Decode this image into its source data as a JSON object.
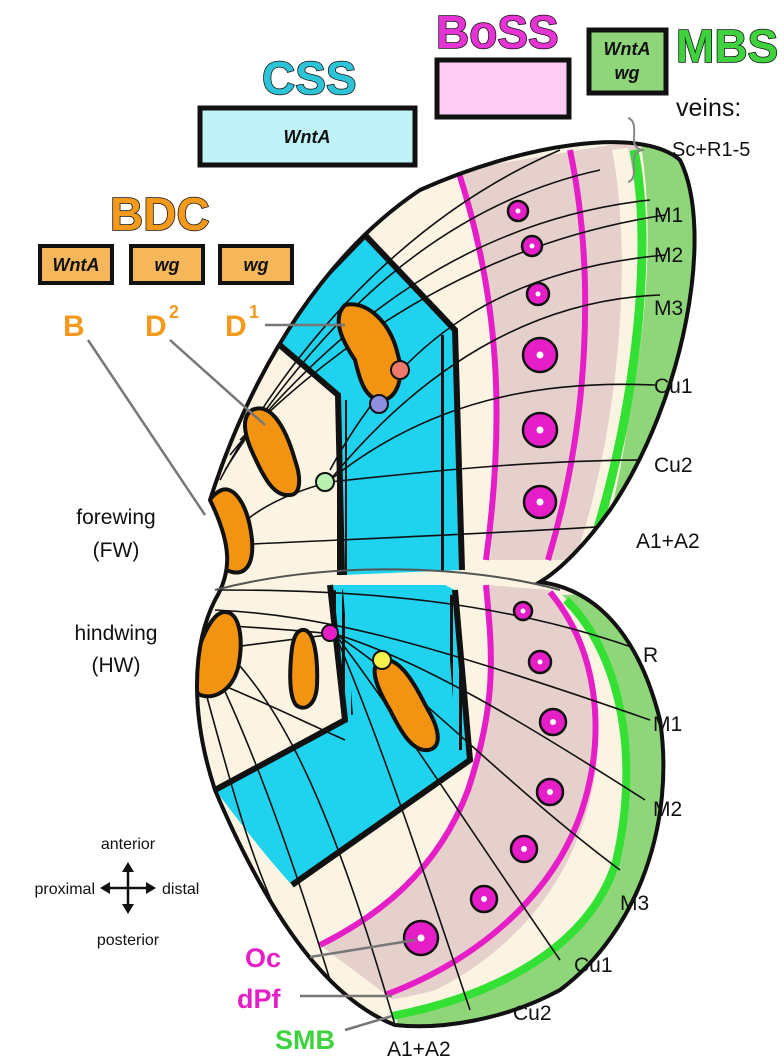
{
  "systems": {
    "css": {
      "title": "CSS",
      "gene": "WntA",
      "color": "#2ec4d8",
      "fill": "#bff3f7"
    },
    "boss": {
      "title": "BoSS",
      "color": "#e633d4",
      "fill": "#ffccf5"
    },
    "mbs": {
      "title": "MBS",
      "gene1": "WntA",
      "gene2": "wg",
      "color": "#3fd23f",
      "fill": "#8fd67a"
    },
    "bdc": {
      "title": "BDC",
      "genes": [
        "WntA",
        "wg",
        "wg"
      ],
      "letters": [
        "B",
        "D",
        "D"
      ],
      "superscripts": [
        "2",
        "1"
      ],
      "color": "#f39a1c",
      "fill": "#f6b75a"
    }
  },
  "veins_label": {
    "line1": "veins:",
    "line2": "Sc+R1-5"
  },
  "forewing_veins": [
    "M1",
    "M2",
    "M3",
    "Cu1",
    "Cu2",
    "A1+A2"
  ],
  "hindwing_veins": [
    "R",
    "M1",
    "M2",
    "M3",
    "Cu1",
    "Cu2",
    "A1+A2"
  ],
  "wing_labels": {
    "forewing": {
      "name": "forewing",
      "abbr": "(FW)"
    },
    "hindwing": {
      "name": "hindwing",
      "abbr": "(HW)"
    }
  },
  "compass": {
    "anterior": "anterior",
    "posterior": "posterior",
    "proximal": "proximal",
    "distal": "distal"
  },
  "legend": {
    "oc": "Oc",
    "dpf": "dPf",
    "smb": "SMB"
  },
  "colors": {
    "wing_base": "#fbf4e2",
    "css_band": "#1fd2ee",
    "boss_band": "#e6d0cc",
    "magenta": "#e61ec8",
    "margin_green": "#6fcc5f",
    "bright_green": "#33e033",
    "orange": "#f29411",
    "outline": "#111111"
  }
}
